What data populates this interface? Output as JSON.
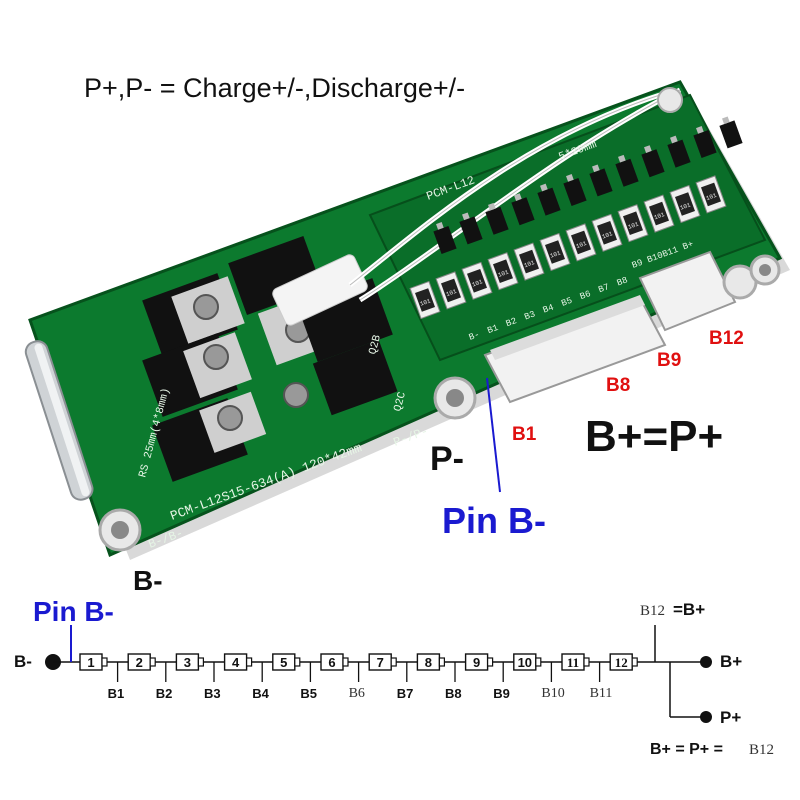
{
  "captions": {
    "top_note": "P+,P- = Charge+/-,Discharge+/-",
    "b_plus_equals_p_plus": "B+=P+",
    "p_minus": "P-",
    "b_minus_photo": "B-",
    "pin_b_minus_photo": "Pin B-",
    "red_labels": [
      "B1",
      "B8",
      "B9",
      "B12"
    ]
  },
  "board": {
    "silk_main": "PCM-L12S15-634(A) 120*42mm",
    "silk_top": "PCM-L12",
    "silk_top_size": "5*29mm",
    "silk_rs": "RS 25mm(4*8mm)",
    "silk_q2b": "Q2B",
    "silk_q2c": "Q2C",
    "silk_p": "P-/P-",
    "silk_b": "B-/B-",
    "connector_pins": [
      "B-",
      "B1",
      "B2",
      "B3",
      "B4",
      "B5",
      "B6",
      "B7",
      "B8"
    ],
    "connector2_label": "B9 B10B11 B+",
    "resistor_label": "101",
    "colors": {
      "pcb": "#0c7a2e",
      "pcb_dark": "#075a1f",
      "mosfet": "#111111",
      "heatsink": "#c8c8c8",
      "connector": "#f2f2f2"
    }
  },
  "schematic": {
    "pin_b_minus": "Pin B-",
    "b_minus": "B-",
    "b_plus": "B+",
    "p_plus": "P+",
    "b12_label": "B12",
    "b12_eq": "=B+",
    "bottom_eq": "B+ = P+ =",
    "bottom_eq_val": "B12",
    "cells": [
      "1",
      "2",
      "3",
      "4",
      "5",
      "6",
      "7",
      "8",
      "9",
      "10",
      "11",
      "12"
    ],
    "taps": [
      "B1",
      "B2",
      "B3",
      "B4",
      "B5",
      "B6",
      "B7",
      "B8",
      "B9",
      "B10",
      "B11"
    ],
    "serif_taps": [
      "B6",
      "B10",
      "B11"
    ],
    "serif_cells": [
      "11",
      "12"
    ]
  }
}
